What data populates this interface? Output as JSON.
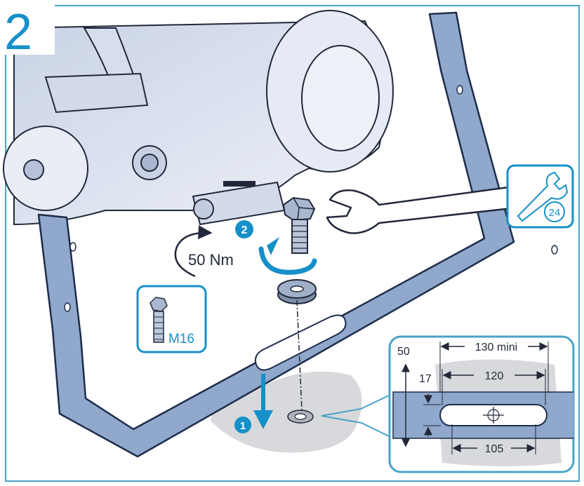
{
  "step": {
    "number": "2"
  },
  "torque": {
    "label": "50 Nm"
  },
  "bolt_callout": {
    "label": "M16"
  },
  "wrench_callout": {
    "size": "24"
  },
  "sequence_markers": {
    "first": "1",
    "second": "2"
  },
  "detail": {
    "dim_height": "50",
    "dim_width_min": "130 mini",
    "dim_slot_width": "17",
    "dim_slot_length": "120",
    "dim_slot_spacing": "105"
  },
  "colors": {
    "frame": "#ffffff",
    "border": "#4aa3c7",
    "bracket": "#8fa8cc",
    "bracket_stroke": "#1e2c4a",
    "accent_blue": "#1690c8",
    "outline": "#22283a",
    "floor": "#d8d9dc",
    "housing": "#dde3f0"
  }
}
